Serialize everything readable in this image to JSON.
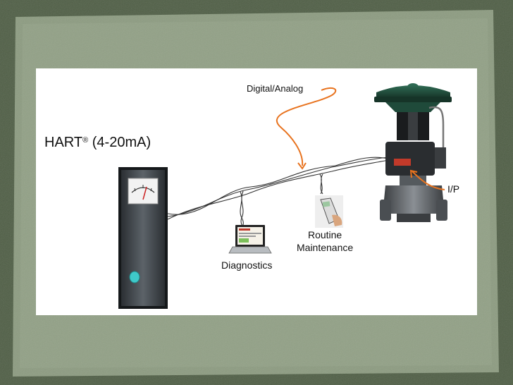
{
  "hart_title": {
    "prefix": "HART",
    "registered_mark": "®",
    "suffix": " (4-20mA)"
  },
  "labels": {
    "digital_analog": "Digital/Analog",
    "diagnostics": "Diagnostics",
    "routine_line1": "Routine",
    "routine_line2": "Maintenance",
    "ip": "I/P"
  },
  "colors": {
    "slide_border": "#4f5e45",
    "slide_inner": "#8a9a7e",
    "panel": "#ffffff",
    "orange_arrow": "#e8731f",
    "wire": "#333333",
    "valve_green": "#1f4a3a",
    "knob_cyan": "#3fc9c9"
  },
  "icons": [
    "analog-meter-icon",
    "laptop-icon",
    "handheld-communicator-icon",
    "control-valve-icon"
  ]
}
